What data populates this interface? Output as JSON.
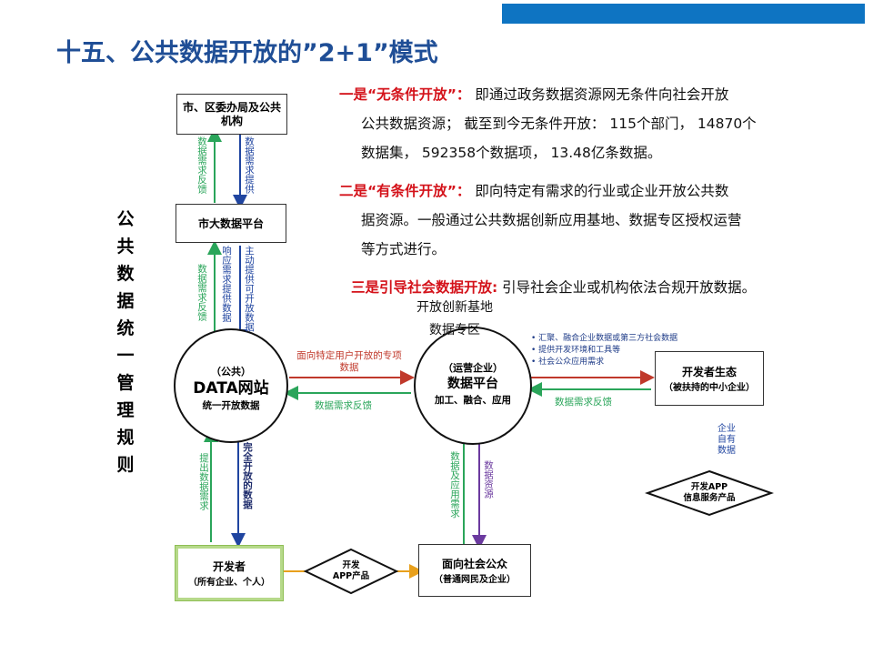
{
  "slide": {
    "title": "十五、公共数据开放的”2+1”模式",
    "vertical_label": [
      "公",
      "共",
      "数",
      "据",
      "统",
      "一",
      "管",
      "理",
      "规",
      "则"
    ],
    "colors": {
      "title": "#1f4e96",
      "accent_bar": "#0e74c2",
      "emphasis": "#d4121a",
      "green": "#2aa55a",
      "blue": "#2045a0",
      "purple": "#6b3a9f"
    }
  },
  "points": [
    {
      "heading": "一是“无条件开放”：",
      "lines": [
        "即通过政务数据资源网无条件向社会开放",
        "公共数据资源； 截至到今无条件开放： 115个部门， 14870个",
        "数据集， 592358个数据项， 13.48亿条数据。"
      ]
    },
    {
      "heading": "二是“有条件开放”：",
      "lines": [
        "即向特定有需求的行业或企业开放公共数",
        "据资源。一般通过公共数据创新应用基地、数据专区授权运营",
        "等方式进行。"
      ]
    },
    {
      "heading": "三是引导社会数据开放:",
      "lines": [
        "引导社会企业或机构依法合规开放数据。"
      ]
    }
  ],
  "diagram": {
    "nodes": {
      "gov": "市、区委办局及公共机构",
      "platform": "市大数据平台",
      "site": {
        "top": "（公共）",
        "main": "DATA网站",
        "sub": "统一开放数据"
      },
      "operator": {
        "top": "（运营企业）",
        "main": "数据平台",
        "sub": "加工、融合、应用"
      },
      "ecosystem": {
        "main": "开发者生态",
        "sub": "（被扶持的中小企业）"
      },
      "developer": {
        "main": "开发者",
        "sub": "（所有企业、个人）"
      },
      "public": {
        "main": "面向社会公众",
        "sub": "（普通网民及企业）"
      },
      "diamond_app": [
        "开发",
        "APP产品"
      ],
      "diamond_service": [
        "开发APP",
        "信息服务产品"
      ]
    },
    "labels": {
      "gov_up": "数据需求反馈",
      "gov_down": "数据需求提供",
      "platform_up": "数据需求反馈",
      "platform_response": "响应需求提供数据",
      "platform_active": "主动提供可开放数据",
      "site_to_operator": "面向特定用户开放的专项数据",
      "operator_to_site": "数据需求反馈",
      "eco_to_operator": "数据需求反馈",
      "dev_up": "提出数据需求",
      "dev_down": "完全开放的数据",
      "public_up": "数据及应用需求",
      "operator_down": "数据资源",
      "innovation_base": "开放创新基地",
      "data_zone": "数据专区",
      "enterprise_own": [
        "企业",
        "自有",
        "数据"
      ]
    },
    "bullets": [
      "汇聚、融合企业数据或第三方社会数据",
      "提供开发环境和工具等",
      "社会公众应用需求"
    ]
  }
}
